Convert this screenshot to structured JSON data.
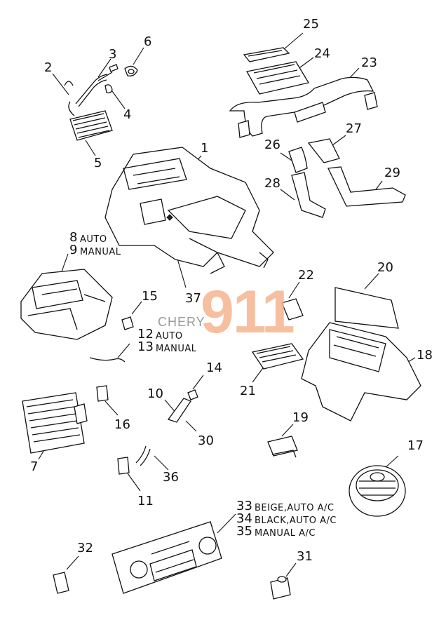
{
  "watermark": {
    "brand": "CHERY",
    "number": "911"
  },
  "callouts": [
    {
      "id": "1",
      "text": "1"
    },
    {
      "id": "2",
      "text": "2"
    },
    {
      "id": "3",
      "text": "3"
    },
    {
      "id": "4",
      "text": "4"
    },
    {
      "id": "5",
      "text": "5"
    },
    {
      "id": "6",
      "text": "6"
    },
    {
      "id": "7",
      "text": "7"
    },
    {
      "id": "8",
      "text": "8"
    },
    {
      "id": "9",
      "text": "9"
    },
    {
      "id": "10",
      "text": "10"
    },
    {
      "id": "11",
      "text": "11"
    },
    {
      "id": "12",
      "text": "12"
    },
    {
      "id": "13",
      "text": "13"
    },
    {
      "id": "14",
      "text": "14"
    },
    {
      "id": "15",
      "text": "15"
    },
    {
      "id": "16",
      "text": "16"
    },
    {
      "id": "17",
      "text": "17"
    },
    {
      "id": "18",
      "text": "18"
    },
    {
      "id": "19",
      "text": "19"
    },
    {
      "id": "20",
      "text": "20"
    },
    {
      "id": "21",
      "text": "21"
    },
    {
      "id": "22",
      "text": "22"
    },
    {
      "id": "23",
      "text": "23"
    },
    {
      "id": "24",
      "text": "24"
    },
    {
      "id": "25",
      "text": "25"
    },
    {
      "id": "26",
      "text": "26"
    },
    {
      "id": "27",
      "text": "27"
    },
    {
      "id": "28",
      "text": "28"
    },
    {
      "id": "29",
      "text": "29"
    },
    {
      "id": "30",
      "text": "30"
    },
    {
      "id": "31",
      "text": "31"
    },
    {
      "id": "32",
      "text": "32"
    },
    {
      "id": "33",
      "text": "33"
    },
    {
      "id": "34",
      "text": "34"
    },
    {
      "id": "35",
      "text": "35"
    },
    {
      "id": "36",
      "text": "36"
    },
    {
      "id": "37",
      "text": "37"
    }
  ],
  "notes": {
    "n8": "AUTO",
    "n9": "MANUAL",
    "n12": "AUTO",
    "n13": "MANUAL",
    "n33": "BEIGE,AUTO A/C",
    "n34": "BLACK,AUTO A/C",
    "n35": "MANUAL A/C"
  }
}
